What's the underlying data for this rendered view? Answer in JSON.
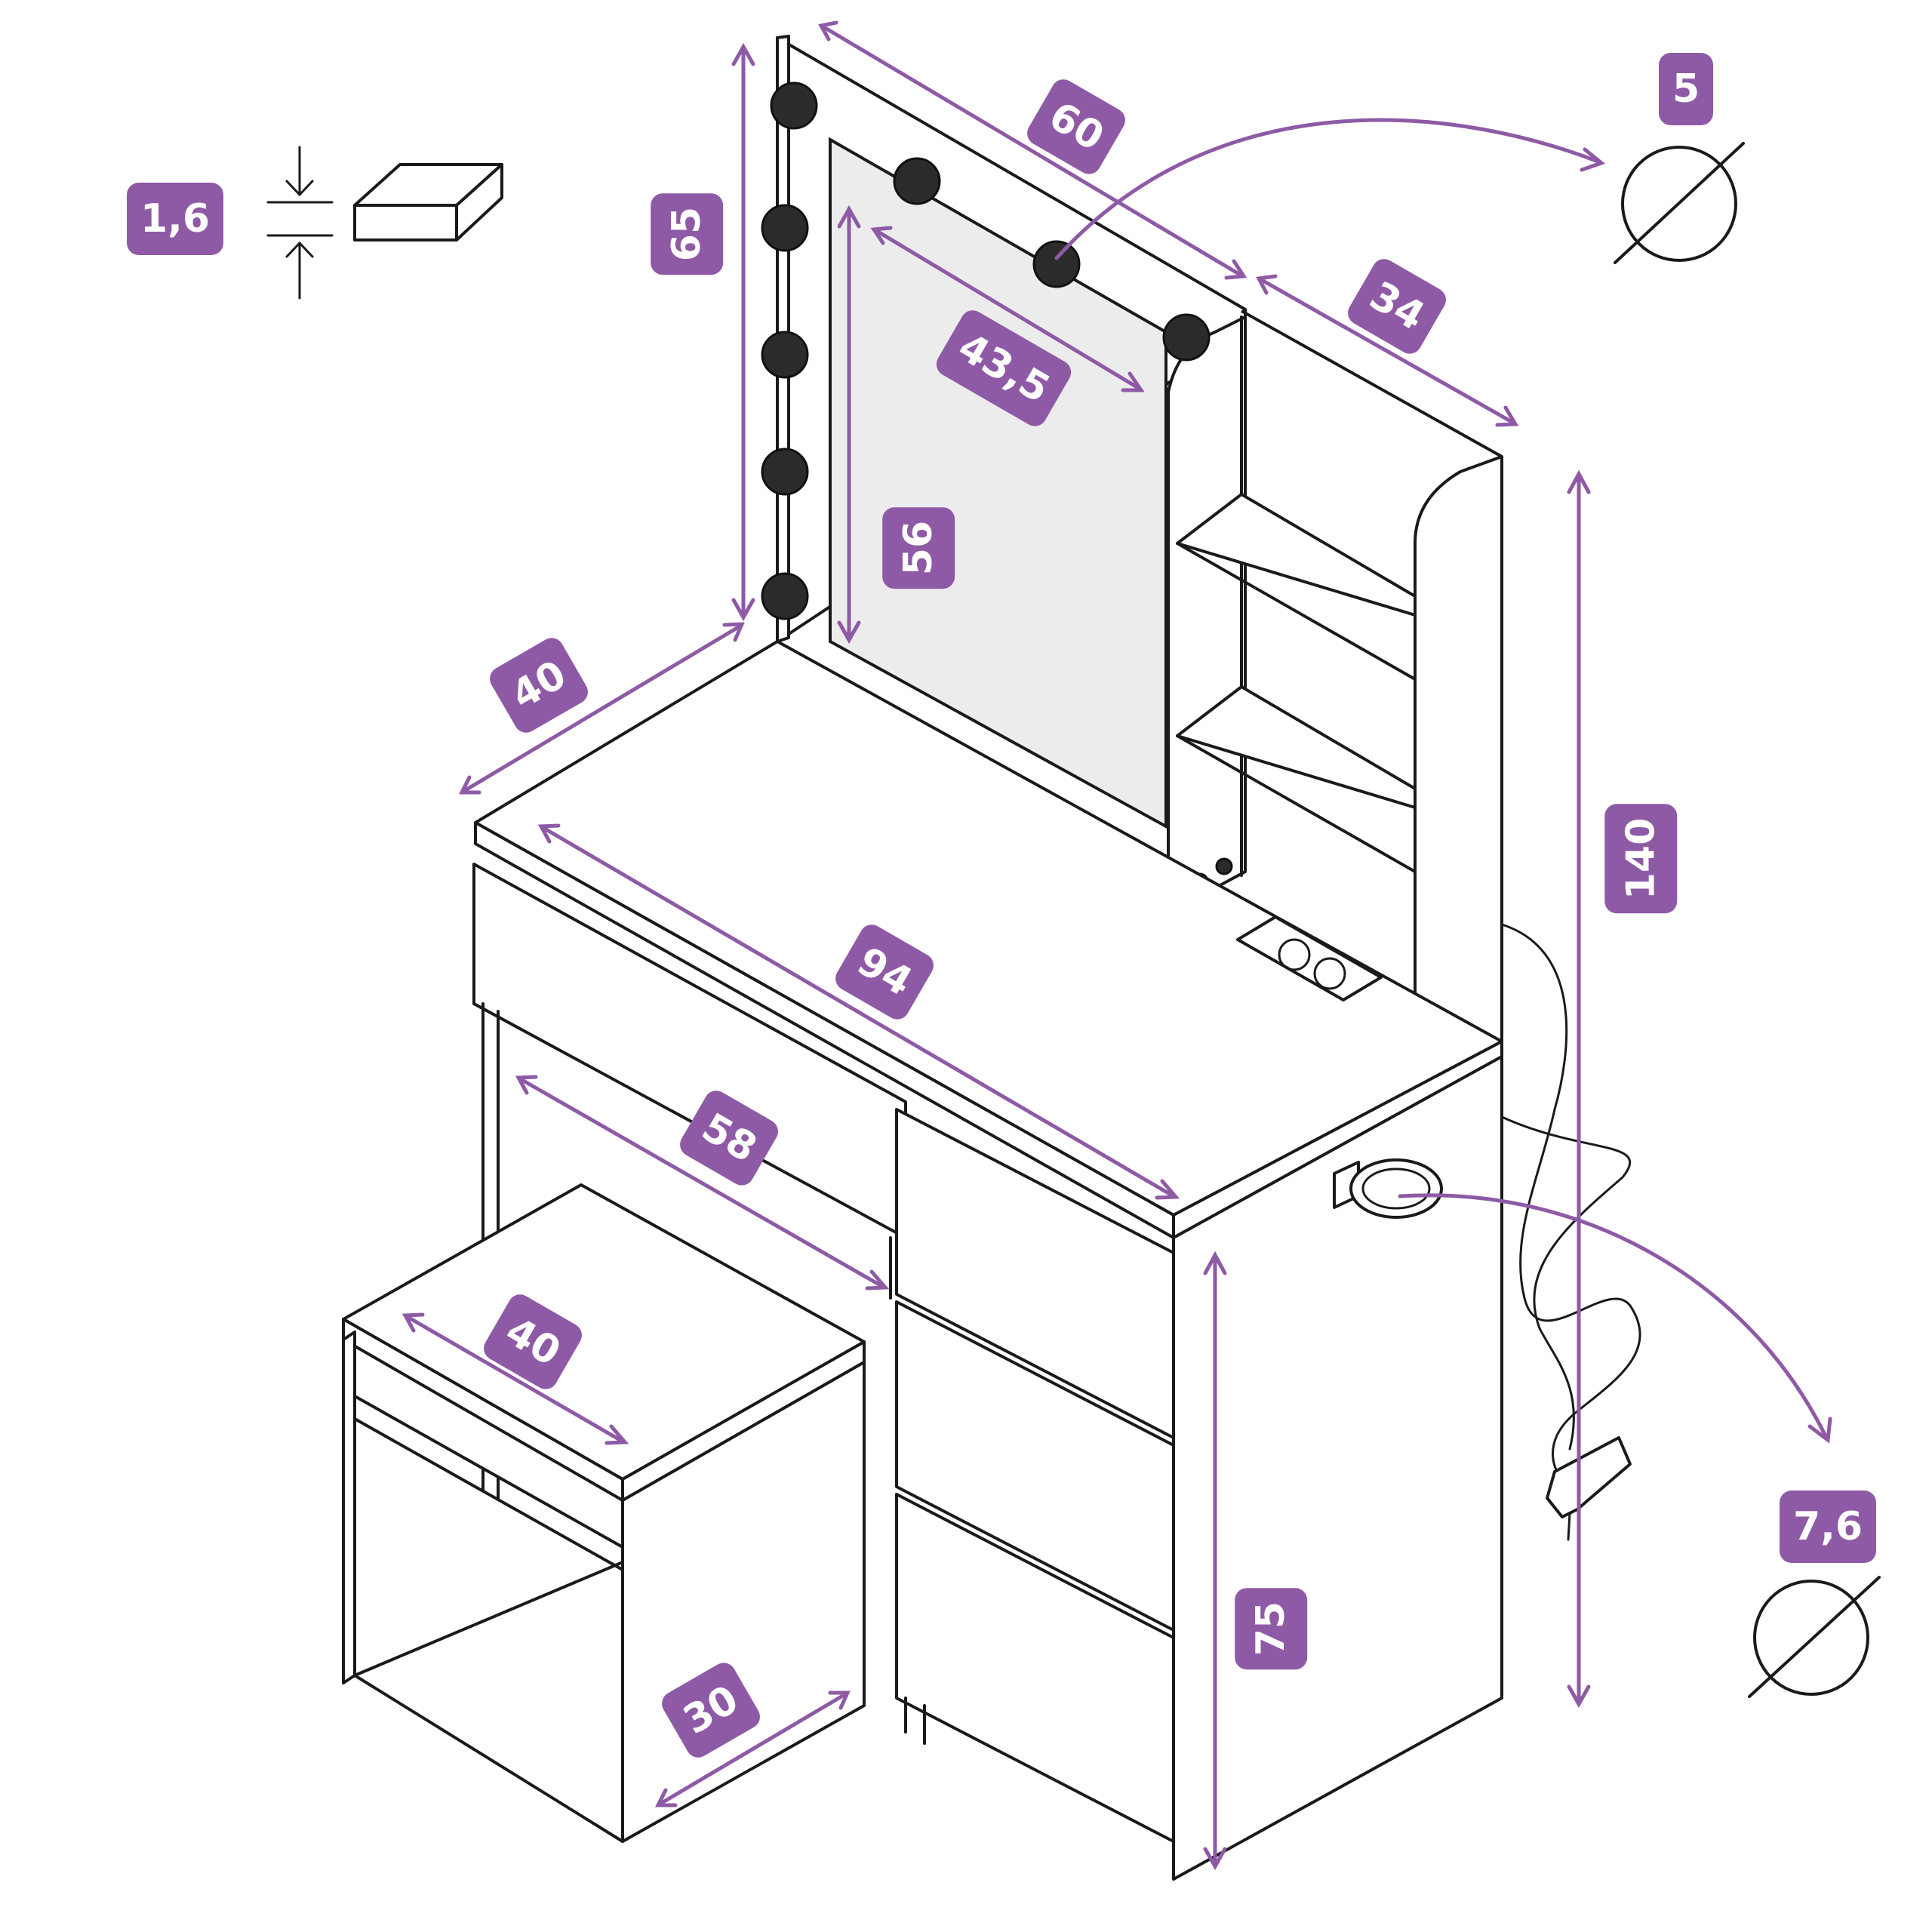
{
  "colors": {
    "accent": "#8e5aa6",
    "ink": "#1a1a1a",
    "mirror": "#ececec"
  },
  "icons": [
    "thickness-icon",
    "diameter-icon"
  ],
  "dimensions": {
    "panel_thickness": "1,6",
    "mirror_frame_height": "65",
    "mirror_frame_width": "60",
    "bulb_diameter": "5",
    "shelf_width": "34",
    "mirror_width": "43,5",
    "mirror_height": "56",
    "table_depth": "40",
    "total_height": "140",
    "table_width": "94",
    "drawer_opening_width": "58",
    "stool_width": "40",
    "stool_depth": "30",
    "table_height": "75",
    "cup_holder_diameter": "7,6"
  }
}
